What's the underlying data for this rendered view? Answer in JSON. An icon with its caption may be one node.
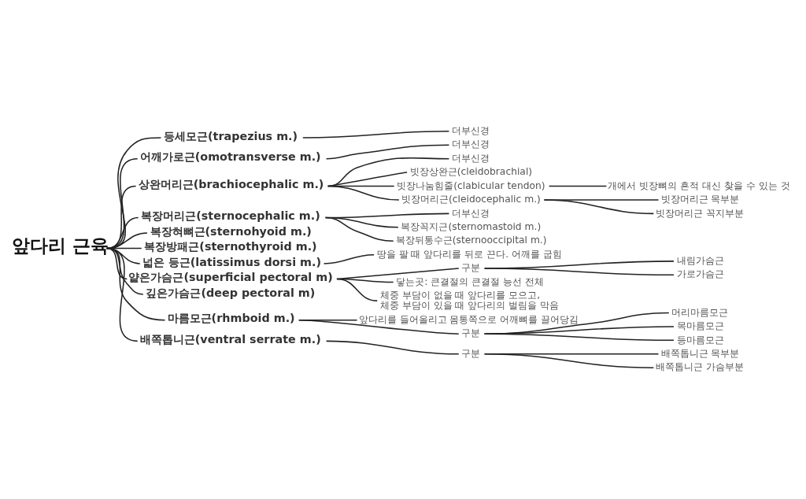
{
  "diagram": {
    "nodes": [
      {
        "text": [
          "앞다리 근육"
        ]
      },
      {
        "text": [
          "등세모근(trapezius m.)"
        ]
      },
      {
        "text": [
          "더부신경"
        ]
      },
      {
        "text": [
          "어깨가로근(omotransverse m.)"
        ]
      },
      {
        "text": [
          "더부신경"
        ]
      },
      {
        "text": [
          "상완머리근(brachiocephalic m.)"
        ]
      },
      {
        "text": [
          "더부신경"
        ]
      },
      {
        "text": [
          "빗장상완근(cleidobrachial)"
        ]
      },
      {
        "text": [
          "빗장나눔힘줄(clabicular tendon)"
        ]
      },
      {
        "text": [
          "개에서 빗장뼈의 흔적 대신 찾을 수 있는 것"
        ]
      },
      {
        "text": [
          "빗장머리근(cleidocephalic m.)"
        ]
      },
      {
        "text": [
          "빗장머리근 목부분"
        ]
      },
      {
        "text": [
          "빗장머리근 꼭지부분"
        ]
      },
      {
        "text": [
          "복장머리근(sternocephalic m.)"
        ]
      },
      {
        "text": [
          "더부신경"
        ]
      },
      {
        "text": [
          "복장꼭지근(sternomastoid m.)"
        ]
      },
      {
        "text": [
          "복장뒤통수근(sternooccipital m.)"
        ]
      },
      {
        "text": [
          "복장혀뼈근(sternohyoid m.)"
        ]
      },
      {
        "text": [
          "복장방패근(sternothyroid m.)"
        ]
      },
      {
        "text": [
          "넓은 등근(latissimus dorsi m.)"
        ]
      },
      {
        "text": [
          "땅을 팔 때 앞다리를 뒤로 끈다. 어깨를 굽힘"
        ]
      },
      {
        "text": [
          "얕은가슴근(superficial pectoral m)"
        ]
      },
      {
        "text": [
          "구분"
        ]
      },
      {
        "text": [
          "내림가슴근"
        ]
      },
      {
        "text": [
          "가로가슴근"
        ]
      },
      {
        "text": [
          "닿는곳: 큰결절의 큰결절 능선 전체"
        ]
      },
      {
        "text": [
          "체중 부담이 없을 때 앞다리를 모으고, 체중 부담이 있을 때 앞다리의 벌림을 막음"
        ]
      },
      {
        "text": [
          "깊은가슴근(deep pectoral m)"
        ]
      },
      {
        "text": [
          "마름모근(rhmboid m.)"
        ]
      },
      {
        "text": [
          "앞다리를 들어올리고 몸통쪽으로 어깨뼈를 끌어당김"
        ]
      },
      {
        "text": [
          "구분"
        ]
      },
      {
        "text": [
          "머리마름모근"
        ]
      },
      {
        "text": [
          "목마름모근"
        ]
      },
      {
        "text": [
          "등마름모근"
        ]
      },
      {
        "text": [
          "배쪽톱니근(ventral serrate m.)"
        ]
      },
      {
        "text": [
          "구분"
        ]
      },
      {
        "text": [
          "배쪽톱니근 목부분"
        ]
      },
      {
        "text": [
          "배쪽톱니근 가슴부분"
        ]
      }
    ],
    "edges": [
      {
        "from": 0,
        "to": 1,
        "arrow": "none"
      },
      {
        "from": 1,
        "to": 2,
        "arrow": "none"
      },
      {
        "from": 0,
        "to": 3,
        "arrow": "none"
      },
      {
        "from": 3,
        "to": 4,
        "arrow": "none"
      },
      {
        "from": 0,
        "to": 5,
        "arrow": "none"
      },
      {
        "from": 5,
        "to": 6,
        "arrow": "none"
      },
      {
        "from": 5,
        "to": 7,
        "arrow": "none"
      },
      {
        "from": 5,
        "to": 8,
        "arrow": "none"
      },
      {
        "from": 8,
        "to": 9,
        "arrow": "none"
      },
      {
        "from": 5,
        "to": 10,
        "arrow": "none"
      },
      {
        "from": 10,
        "to": 11,
        "arrow": "none"
      },
      {
        "from": 10,
        "to": 12,
        "arrow": "none"
      },
      {
        "from": 0,
        "to": 13,
        "arrow": "none"
      },
      {
        "from": 13,
        "to": 14,
        "arrow": "none"
      },
      {
        "from": 13,
        "to": 15,
        "arrow": "none"
      },
      {
        "from": 13,
        "to": 16,
        "arrow": "none"
      },
      {
        "from": 0,
        "to": 17,
        "arrow": "none"
      },
      {
        "from": 0,
        "to": 18,
        "arrow": "none"
      },
      {
        "from": 0,
        "to": 19,
        "arrow": "none"
      },
      {
        "from": 19,
        "to": 20,
        "arrow": "none"
      },
      {
        "from": 0,
        "to": 21,
        "arrow": "none"
      },
      {
        "from": 21,
        "to": 22,
        "arrow": "none"
      },
      {
        "from": 22,
        "to": 23,
        "arrow": "none"
      },
      {
        "from": 22,
        "to": 24,
        "arrow": "none"
      },
      {
        "from": 21,
        "to": 25,
        "arrow": "none"
      },
      {
        "from": 21,
        "to": 26,
        "arrow": "none"
      },
      {
        "from": 0,
        "to": 27,
        "arrow": "none"
      },
      {
        "from": 0,
        "to": 28,
        "arrow": "none"
      },
      {
        "from": 28,
        "to": 29,
        "arrow": "none"
      },
      {
        "from": 28,
        "to": 30,
        "arrow": "none"
      },
      {
        "from": 30,
        "to": 31,
        "arrow": "none"
      },
      {
        "from": 30,
        "to": 32,
        "arrow": "none"
      },
      {
        "from": 30,
        "to": 33,
        "arrow": "none"
      },
      {
        "from": 0,
        "to": 34,
        "arrow": "none"
      },
      {
        "from": 34,
        "to": 35,
        "arrow": "none"
      },
      {
        "from": 35,
        "to": 36,
        "arrow": "none"
      },
      {
        "from": 35,
        "to": 37,
        "arrow": "none"
      }
    ]
  }
}
